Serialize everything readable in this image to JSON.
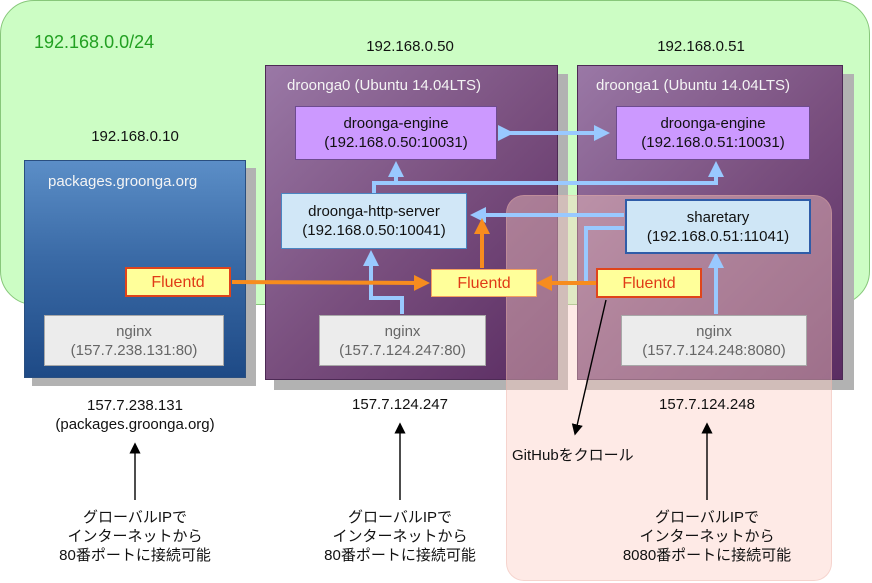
{
  "network": {
    "label": "192.168.0.0/24"
  },
  "hosts": {
    "packages": {
      "private_ip": "192.168.0.10",
      "title": "packages.groonga.org",
      "fluentd": "Fluentd",
      "nginx_name": "nginx",
      "nginx_addr": "(157.7.238.131:80)",
      "public_ip": "157.7.238.131",
      "public_name": "(packages.groonga.org)",
      "note": [
        "グローバルIPで",
        "インターネットから",
        "80番ポートに接続可能"
      ]
    },
    "droonga0": {
      "private_ip": "192.168.0.50",
      "title": "droonga0 (Ubuntu 14.04LTS)",
      "engine_name": "droonga-engine",
      "engine_addr": "(192.168.0.50:10031)",
      "server_name": "droonga-http-server",
      "server_addr": "(192.168.0.50:10041)",
      "fluentd": "Fluentd",
      "nginx_name": "nginx",
      "nginx_addr": "(157.7.124.247:80)",
      "public_ip": "157.7.124.247",
      "note": [
        "グローバルIPで",
        "インターネットから",
        "80番ポートに接続可能"
      ]
    },
    "droonga1": {
      "private_ip": "192.168.0.51",
      "title": "droonga1 (Ubuntu 14.04LTS)",
      "engine_name": "droonga-engine",
      "engine_addr": "(192.168.0.51:10031)",
      "sharetary_name": "sharetary",
      "sharetary_addr": "(192.168.0.51:11041)",
      "fluentd": "Fluentd",
      "nginx_name": "nginx",
      "nginx_addr": "(157.7.124.248:8080)",
      "public_ip": "157.7.124.248",
      "note": [
        "グローバルIPで",
        "インターネットから",
        "8080番ポートに接続可能"
      ]
    }
  },
  "crawl_label": "GitHubをクロール",
  "colors": {
    "network_bg": "#ccfdc4",
    "network_label": "#22a022",
    "engine": "#cc99ff",
    "server": "#d1e7f7",
    "fluentd_bg": "#ffff9a",
    "fluentd_text": "#e03a16",
    "arrow_blue": "#99c9ff",
    "arrow_orange": "#f78c1e"
  }
}
